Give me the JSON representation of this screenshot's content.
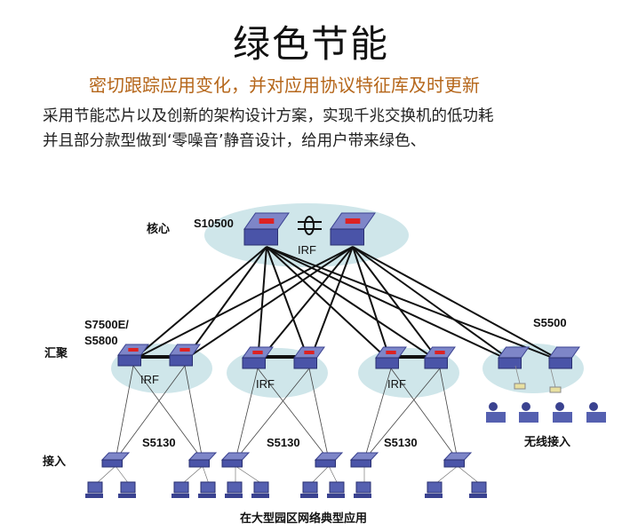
{
  "title": "绿色节能",
  "subtitle": "密切跟踪应用变化，并对应用协议特征库及时更新",
  "body_lines": [
    "采用节能芯片以及创新的架构设计方案，实现千兆交换机的低功耗",
    "并且部分款型做到‘零噪音’静音设计，给用户带来绿色、"
  ],
  "diagram": {
    "core_label": "核心",
    "core_model": "S10500",
    "agg_label": "汇聚",
    "agg_model_1": "S7500E/",
    "agg_model_2": "S5800",
    "access_label": "接入",
    "access_model": "S5130",
    "wireless_model": "S5500",
    "wireless_label": "无线接入",
    "irf": "IRF",
    "caption": "在大型园区网络典型应用"
  }
}
